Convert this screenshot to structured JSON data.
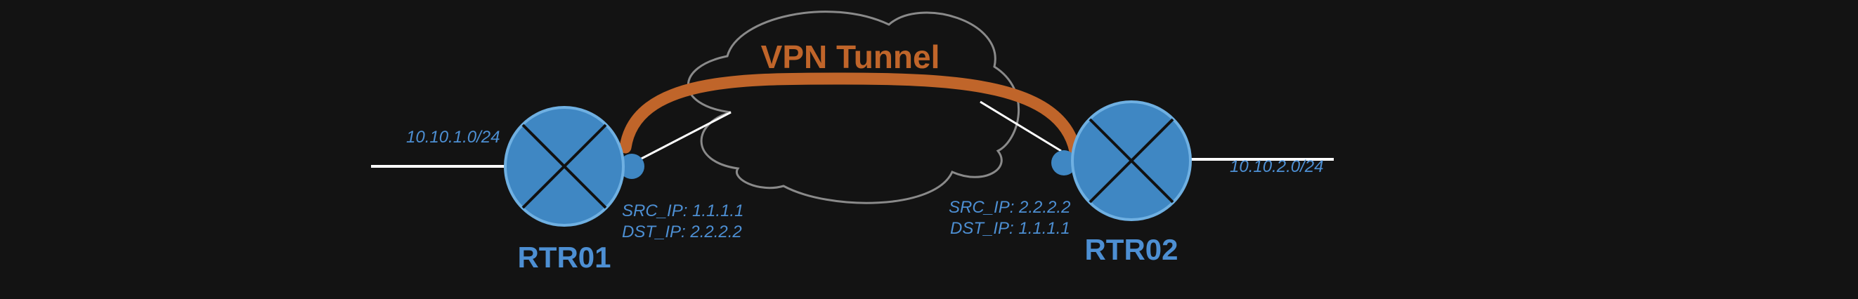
{
  "diagram": {
    "title": "VPN Tunnel",
    "colors": {
      "background": "#131313",
      "tunnel": "#c0652a",
      "router": "#3f87c3",
      "router_edge": "#6fb0e2",
      "label": "#4d8fd3",
      "cloud": "#8a8a8a",
      "link": "#ffffff"
    },
    "routers": [
      {
        "name": "RTR01",
        "network": "10.10.1.0/24",
        "src_ip_text": "SRC_IP: 1.1.1.1",
        "dst_ip_text": "DST_IP: 2.2.2.2"
      },
      {
        "name": "RTR02",
        "network": "10.10.2.0/24",
        "src_ip_text": "SRC_IP: 2.2.2.2",
        "dst_ip_text": "DST_IP: 1.1.1.1"
      }
    ]
  }
}
